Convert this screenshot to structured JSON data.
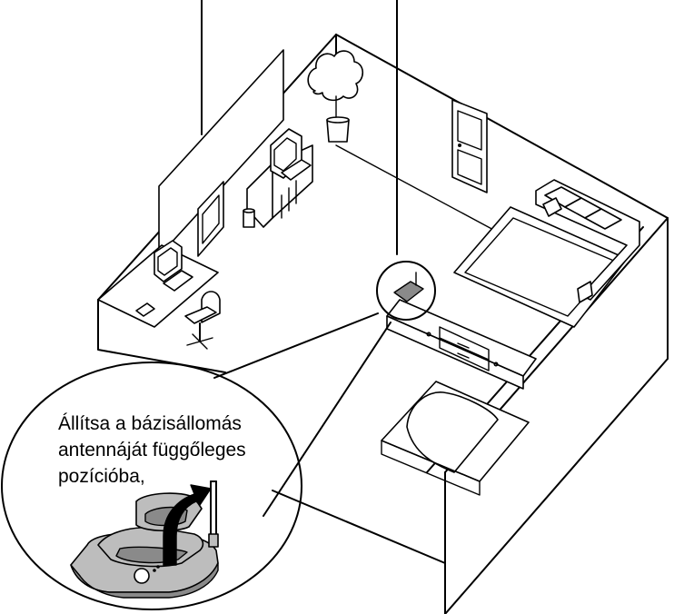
{
  "callout": {
    "lines": [
      "Állítsa a bázisállomás",
      "antennáját függőleges",
      "pozícióba,"
    ]
  },
  "icons": {
    "arrow": "curved-arrow-up-right-icon",
    "antenna": "antenna-icon",
    "plant": "potted-plant-icon",
    "door": "door-icon"
  },
  "colors": {
    "line": "#000000",
    "background": "#ffffff",
    "device_fill": "#bdbdbd",
    "device_shade": "#8a8a8a"
  }
}
